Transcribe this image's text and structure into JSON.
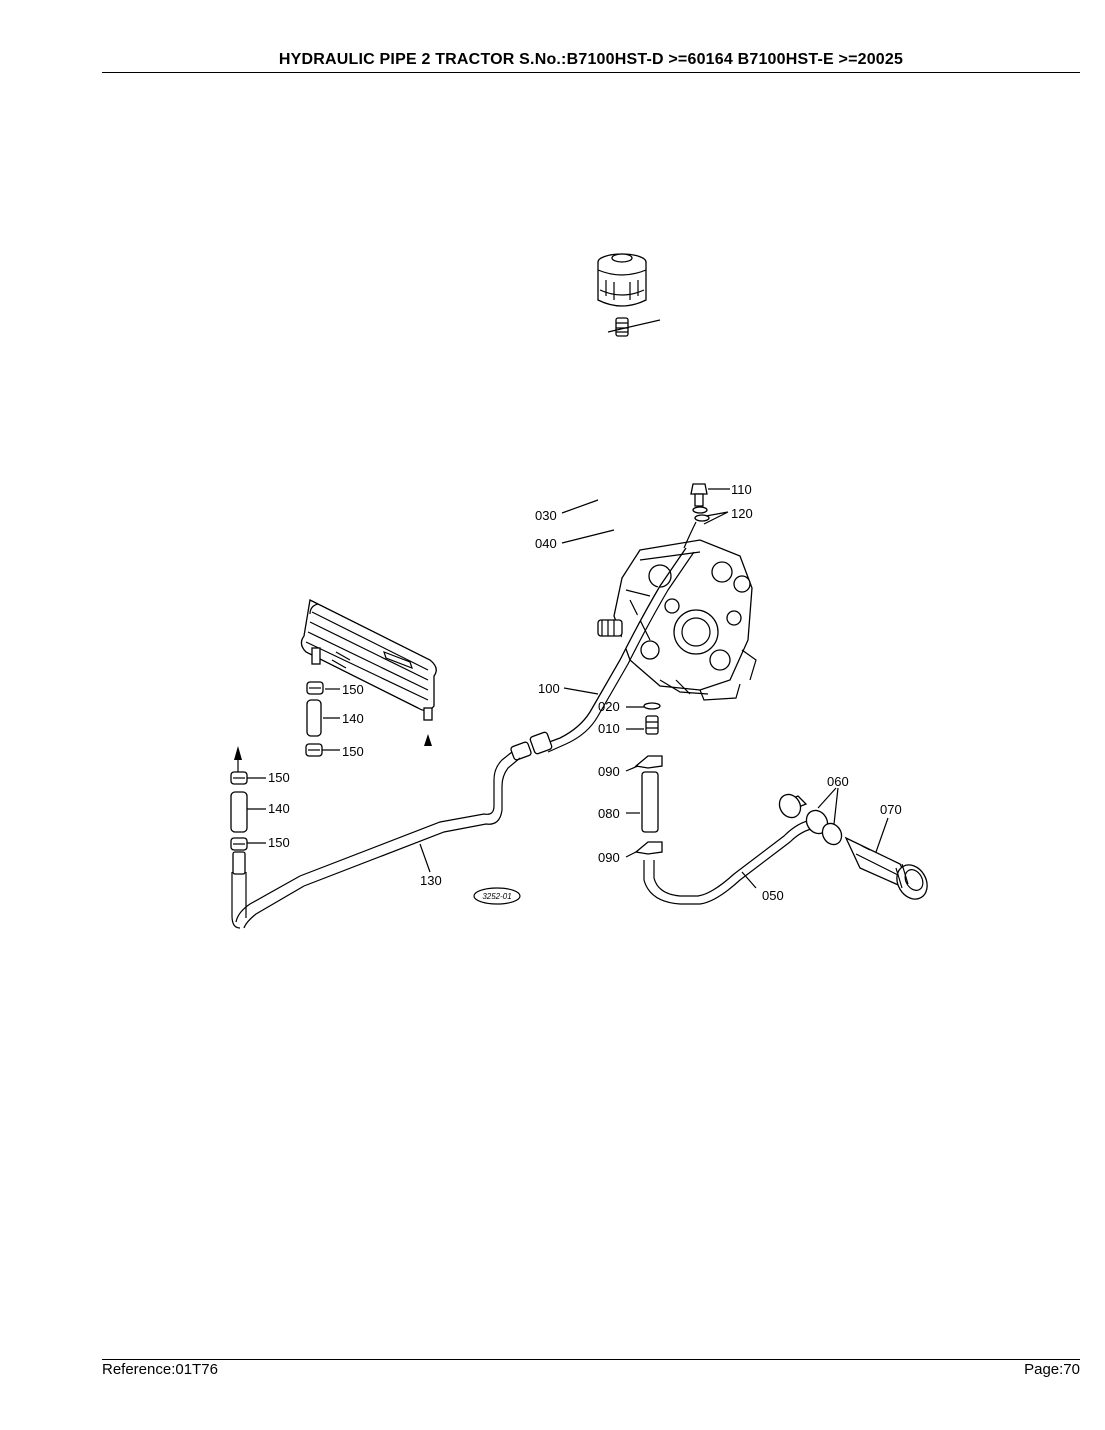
{
  "header": {
    "title": "HYDRAULIC PIPE 2   TRACTOR S.No.:B7100HST-D >=60164 B7100HST-E >=20025"
  },
  "footer": {
    "reference": "Reference:01T76",
    "page": "Page:70"
  },
  "diagram": {
    "figure_code": "3252-01",
    "callouts": {
      "p010": "010",
      "p020": "020",
      "p030": "030",
      "p040": "040",
      "p050": "050",
      "p060": "060",
      "p070": "070",
      "p080": "080",
      "p090a": "090",
      "p090b": "090",
      "p100": "100",
      "p110": "110",
      "p120": "120",
      "p130": "130",
      "p140a": "140",
      "p140b": "140",
      "p150a": "150",
      "p150b": "150",
      "p150c": "150",
      "p150d": "150"
    }
  }
}
